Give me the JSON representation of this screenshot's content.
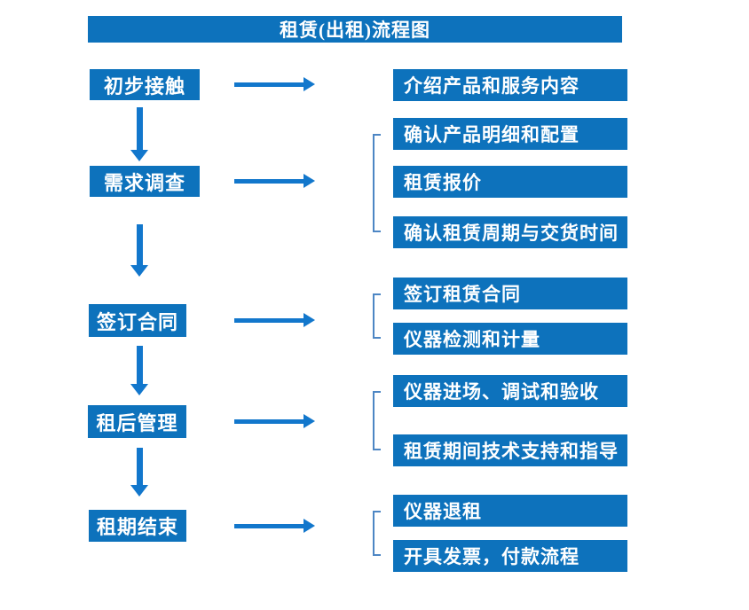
{
  "title": "租赁(出租)流程图",
  "colors": {
    "box_fill": "#0d72bc",
    "arrow": "#1277cc",
    "bracket": "#4d86c4",
    "box_text": "#ffffff",
    "background": "#ffffff"
  },
  "steps": [
    {
      "label": "初步接触",
      "details": [
        "介绍产品和服务内容"
      ]
    },
    {
      "label": "需求调查",
      "details": [
        "确认产品明细和配置",
        "租赁报价",
        "确认租赁周期与交货时间"
      ]
    },
    {
      "label": "签订合同",
      "details": [
        "签订租赁合同",
        "仪器检测和计量"
      ]
    },
    {
      "label": "租后管理",
      "details": [
        "仪器进场、调试和验收",
        "租赁期间技术支持和指导"
      ]
    },
    {
      "label": "租期结束",
      "details": [
        "仪器退租",
        "开具发票，付款流程"
      ]
    }
  ]
}
